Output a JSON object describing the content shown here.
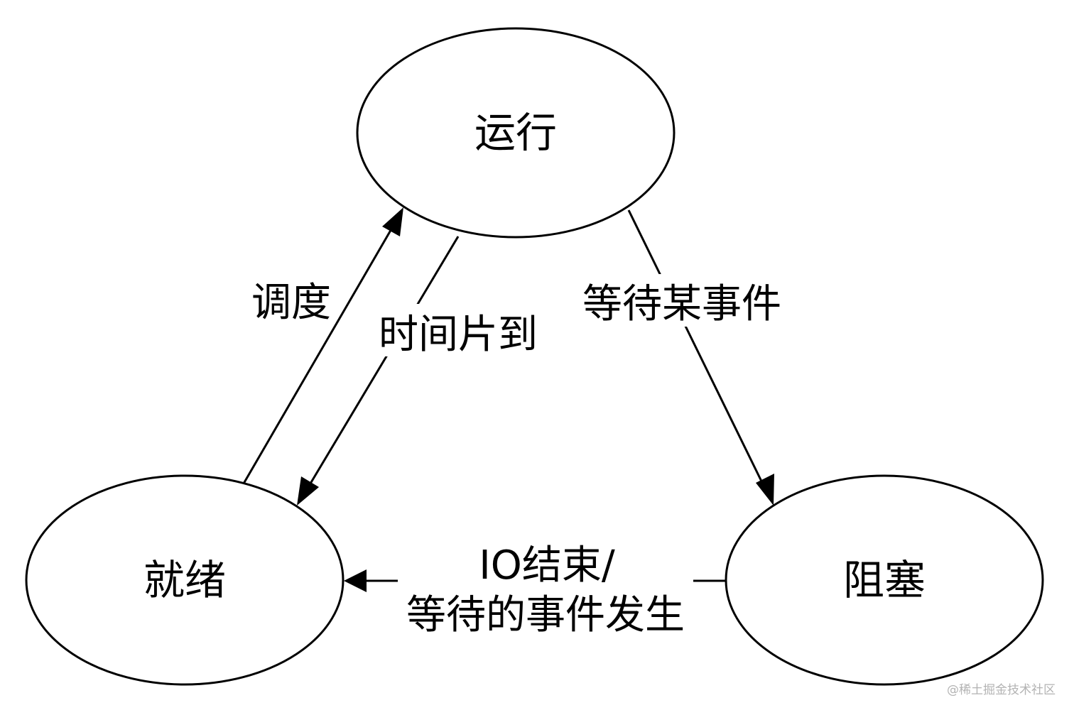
{
  "states": {
    "running": "运行",
    "ready": "就绪",
    "blocked": "阻塞"
  },
  "transitions": {
    "schedule": "调度",
    "time_slice": "时间片到",
    "wait_event": "等待某事件",
    "io_done_line1": "IO结束/",
    "io_done_line2": "等待的事件发生"
  },
  "watermark": "@稀土掘金技术社区"
}
